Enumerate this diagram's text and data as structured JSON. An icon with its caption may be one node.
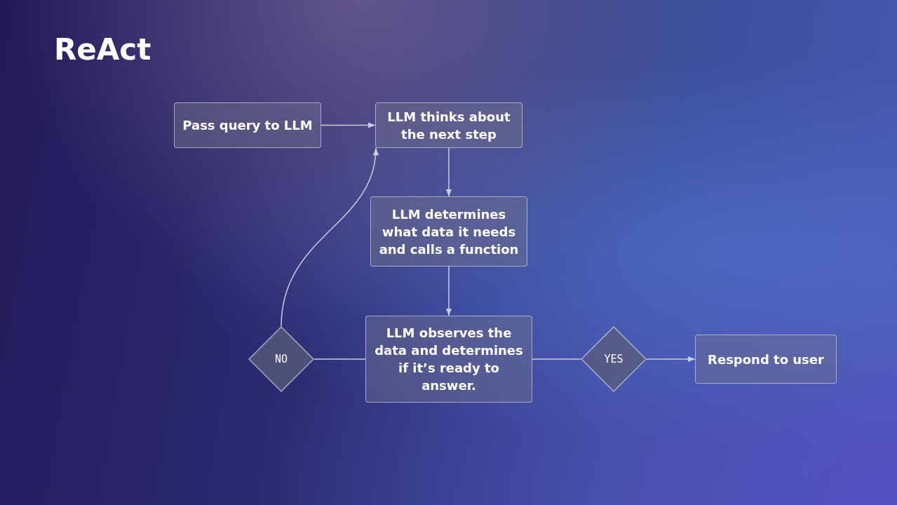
{
  "diagram": {
    "title": "ReAct",
    "nodes": [
      {
        "text": [
          "Pass query to LLM"
        ]
      },
      {
        "text": [
          "LLM thinks about the next step"
        ]
      },
      {
        "text": [
          "LLM determines what data it needs and calls a function"
        ]
      },
      {
        "text": [
          "LLM observes the data and determines if it’s ready to answer."
        ]
      },
      {
        "text": [
          "NO"
        ]
      },
      {
        "text": [
          "YES"
        ]
      },
      {
        "text": [
          "Respond to user"
        ]
      }
    ],
    "edges": [
      {
        "from": 0,
        "to": 1,
        "arrow": "to"
      },
      {
        "from": 1,
        "to": 2,
        "arrow": "to"
      },
      {
        "from": 2,
        "to": 3,
        "arrow": "to"
      },
      {
        "from": 3,
        "to": 4,
        "arrow": "none"
      },
      {
        "from": 4,
        "to": 1,
        "arrow": "to"
      },
      {
        "from": 3,
        "to": 5,
        "arrow": "none"
      },
      {
        "from": 5,
        "to": 6,
        "arrow": "to"
      }
    ]
  }
}
